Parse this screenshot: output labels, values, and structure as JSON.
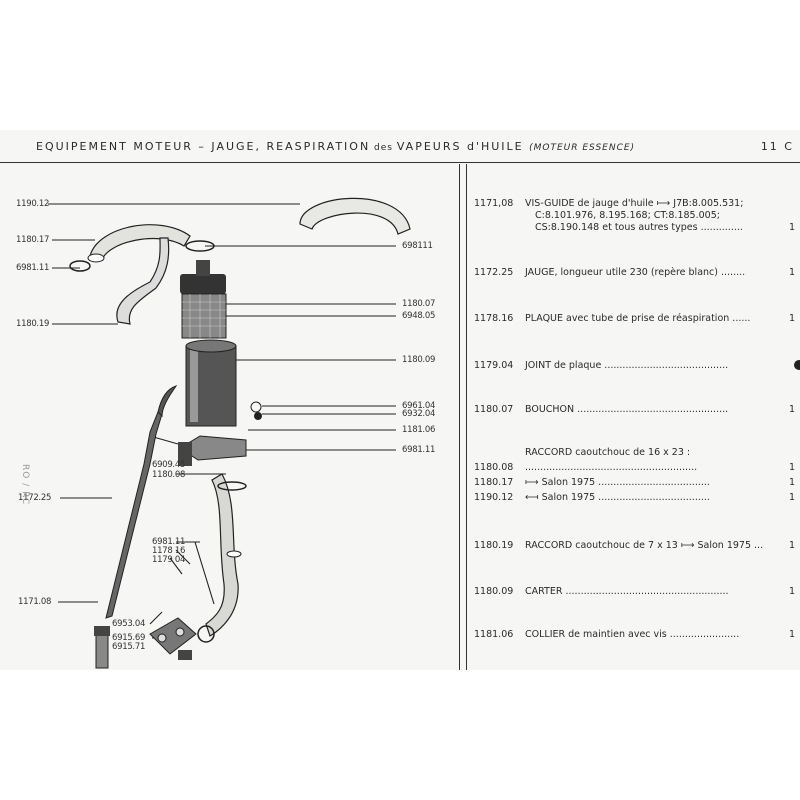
{
  "header": {
    "part1": "EQUIPEMENT MOTEUR",
    "dash": " – ",
    "part2": "JAUGE, REASPIRATION",
    "des": " des ",
    "part3": "VAPEURS d'HUILE",
    "moteur": "(MOTEUR ESSENCE)",
    "page": "11 C"
  },
  "side_mark": "RO / RC",
  "callouts": [
    {
      "id": "c1",
      "text": "1190.12"
    },
    {
      "id": "c2",
      "text": "1180.17"
    },
    {
      "id": "c3",
      "text": "6981.11"
    },
    {
      "id": "c4",
      "text": "1180.19"
    },
    {
      "id": "c5",
      "text": "698111"
    },
    {
      "id": "c6",
      "text": "1180.07"
    },
    {
      "id": "c7",
      "text": "6948.05"
    },
    {
      "id": "c8",
      "text": "1180.09"
    },
    {
      "id": "c9",
      "text": "6961.04"
    },
    {
      "id": "c10",
      "text": "6932.04"
    },
    {
      "id": "c11",
      "text": "1181.06"
    },
    {
      "id": "c12",
      "text": "6981.11"
    },
    {
      "id": "c13",
      "text": "6909.45"
    },
    {
      "id": "c14",
      "text": "1180.08"
    },
    {
      "id": "c15",
      "text": "1172.25"
    },
    {
      "id": "c16",
      "text": "6981.11"
    },
    {
      "id": "c17",
      "text": "1178 16"
    },
    {
      "id": "c18",
      "text": "1179 04"
    },
    {
      "id": "c19",
      "text": "1171.08"
    },
    {
      "id": "c20",
      "text": "6953.04"
    },
    {
      "id": "c21",
      "text": "6915.69"
    },
    {
      "id": "c22",
      "text": "6915.71"
    }
  ],
  "parts": {
    "p1_code": "1171,08",
    "p1_desc": "VIS-GUIDE de jauge d'huile ⟼ J7B:8.005.531;",
    "p1_line2": "C:8.101.976, 8.195.168; CT:8.185.005;",
    "p1_line3": "CS:8.190.148 et tous autres types ..............",
    "p1_end": "1",
    "p2_code": "1172.25",
    "p2_desc": "JAUGE, longueur utile 230 (repère blanc) ........",
    "p2_end": "1",
    "p3_code": "1178.16",
    "p3_desc": "PLAQUE avec tube de prise de réaspiration ......",
    "p3_end": "1",
    "p4_code": "1179.04",
    "p4_desc": "JOINT de plaque .........................................",
    "p5_code": "1180.07",
    "p5_desc": "BOUCHON ..................................................",
    "p5_end": "1",
    "p6_title": "RACCORD caoutchouc de 16 x 23 :",
    "p6a_code": "1180.08",
    "p6a_desc": ".........................................................",
    "p6a_end": "1",
    "p6b_code": "1180.17",
    "p6b_desc": "⟼ Salon 1975 .....................................",
    "p6b_end": "1",
    "p6c_code": "1190.12",
    "p6c_desc": "⟻ Salon 1975 .....................................",
    "p6c_end": "1",
    "p7_code": "1180.19",
    "p7_desc": "RACCORD caoutchouc de 7 x 13 ⟼ Salon 1975 ...",
    "p7_end": "1",
    "p8_code": "1180.09",
    "p8_desc": "CARTER ......................................................",
    "p8_end": "1",
    "p9_code": "1181.06",
    "p9_desc": "COLLIER de maintien avec vis .......................",
    "p9_end": "1"
  }
}
